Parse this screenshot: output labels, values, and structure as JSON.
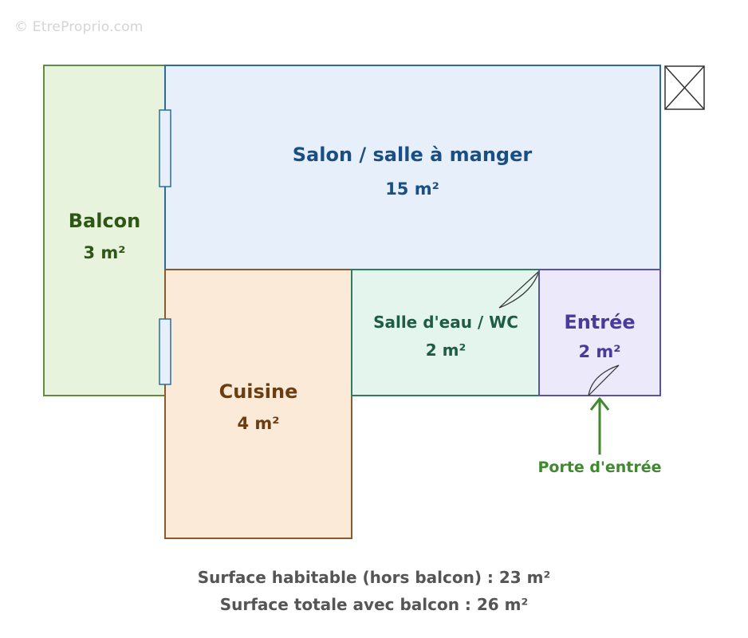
{
  "watermark": "© EtreProprio.com",
  "rooms": {
    "balcon": {
      "name": "Balcon",
      "area": "3 m²"
    },
    "salon": {
      "name": "Salon / salle à manger",
      "area": "15 m²"
    },
    "cuisine": {
      "name": "Cuisine",
      "area": "4 m²"
    },
    "sde": {
      "name": "Salle d'eau / WC",
      "area": "2 m²"
    },
    "entree": {
      "name": "Entrée",
      "area": "2 m²"
    }
  },
  "door_label": "Porte d'entrée",
  "summary": {
    "habitable": "Surface habitable (hors balcon) : 23 m²",
    "totale": "Surface totale avec balcon : 26 m²"
  },
  "colors": {
    "balcon": {
      "fill": "#e7f3dc",
      "stroke": "#5f8f3e",
      "text": "#2e5614"
    },
    "salon": {
      "fill": "#e7effb",
      "stroke": "#2f6a9e",
      "text": "#1a4f84"
    },
    "cuisine": {
      "fill": "#fbead8",
      "stroke": "#8b5a2b",
      "text": "#6b3d12"
    },
    "sde": {
      "fill": "#e3f5ec",
      "stroke": "#2f7d5a",
      "text": "#1f5c45"
    },
    "entree": {
      "fill": "#ece9fb",
      "stroke": "#5a52a8",
      "text": "#4a3a9a"
    },
    "door_arrow": "#3e8a2c"
  }
}
